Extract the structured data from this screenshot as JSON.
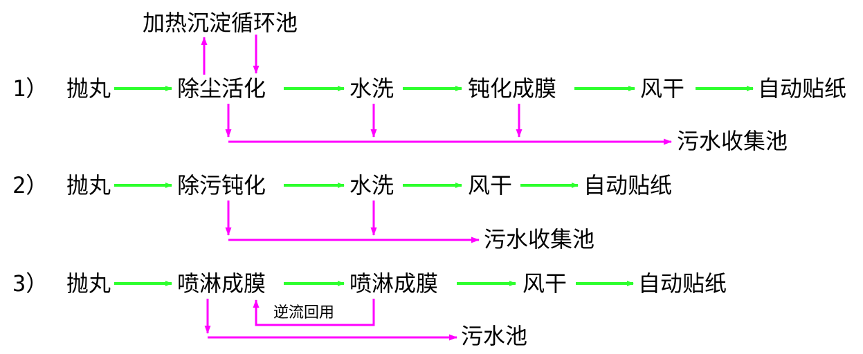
{
  "colors": {
    "forward_arrow": "#2dff2d",
    "drain_arrow": "#ff00ff",
    "text": "#000000"
  },
  "top": {
    "circulation_tank": "加热沉淀循环池"
  },
  "process1": {
    "label": "1）",
    "steps": [
      "抛丸",
      "除尘活化",
      "水洗",
      "钝化成膜",
      "风干",
      "自动贴纸"
    ],
    "drain": "污水收集池"
  },
  "process2": {
    "label": "2）",
    "steps": [
      "抛丸",
      "除污钝化",
      "水洗",
      "风干",
      "自动贴纸"
    ],
    "drain": "污水收集池"
  },
  "process3": {
    "label": "3）",
    "steps": [
      "抛丸",
      "喷淋成膜",
      "喷淋成膜",
      "风干",
      "自动贴纸"
    ],
    "reflux": "逆流回用",
    "drain": "污水池"
  }
}
